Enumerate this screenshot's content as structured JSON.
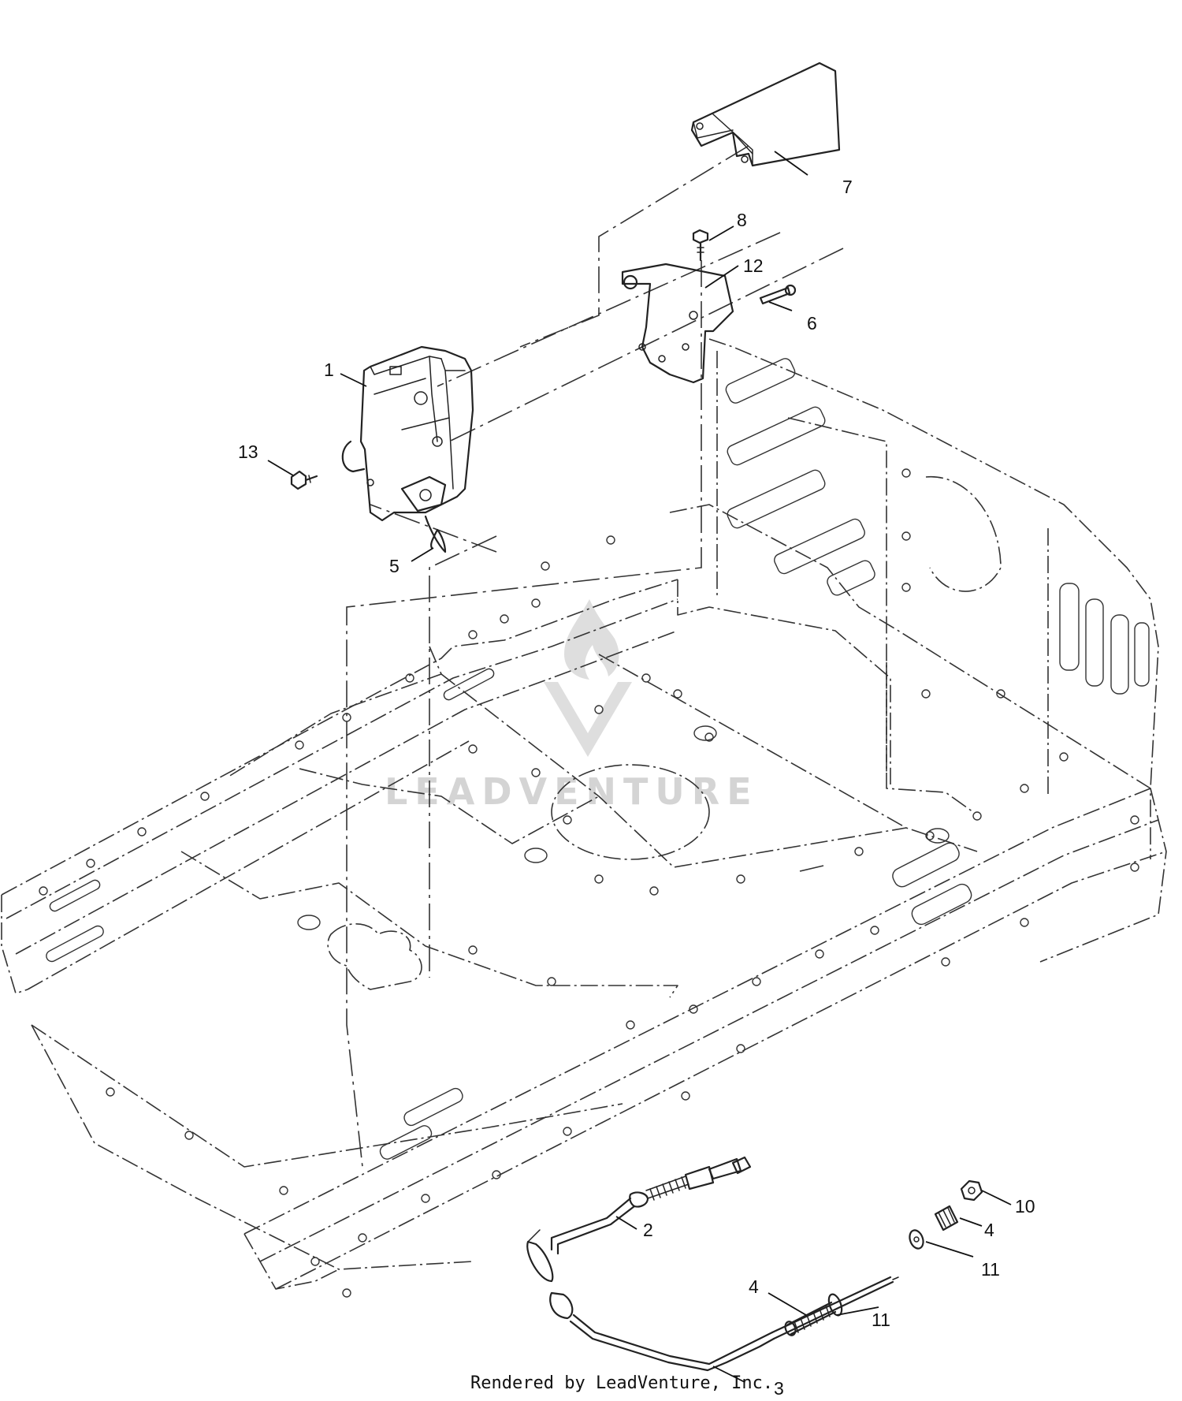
{
  "diagram": {
    "callouts": [
      {
        "id": "c1",
        "label": "1"
      },
      {
        "id": "c2",
        "label": "2"
      },
      {
        "id": "c3",
        "label": "3"
      },
      {
        "id": "c4a",
        "label": "4"
      },
      {
        "id": "c4b",
        "label": "4"
      },
      {
        "id": "c5",
        "label": "5"
      },
      {
        "id": "c6",
        "label": "6"
      },
      {
        "id": "c7",
        "label": "7"
      },
      {
        "id": "c8",
        "label": "8"
      },
      {
        "id": "c10",
        "label": "10"
      },
      {
        "id": "c11a",
        "label": "11"
      },
      {
        "id": "c11b",
        "label": "11"
      },
      {
        "id": "c12",
        "label": "12"
      },
      {
        "id": "c13",
        "label": "13"
      }
    ]
  },
  "watermark": {
    "text": "LEADVENTURE"
  },
  "footer": {
    "credit": "Rendered by LeadVenture, Inc."
  }
}
